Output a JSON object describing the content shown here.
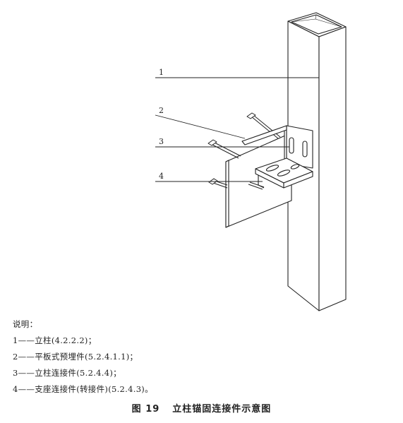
{
  "callouts": {
    "c1": "1",
    "c2": "2",
    "c3": "3",
    "c4": "4"
  },
  "legend": {
    "heading": "说明：",
    "items": [
      "1——立柱(4.2.2.2)；",
      "2——平板式预埋件(5.2.4.1.1)；",
      "3——立柱连接件(5.2.4.4)；",
      "4——支座连接件(转接件)(5.2.4.3)。"
    ]
  },
  "caption": {
    "figure_number": "图 19",
    "title": "立柱锚固连接件示意图"
  }
}
